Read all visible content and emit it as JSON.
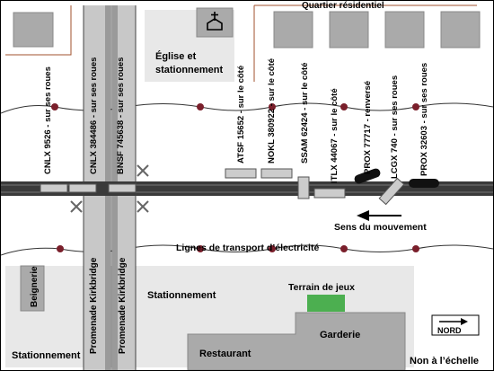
{
  "labels": {
    "residential": "Quartier résidentiel",
    "church_line1": "Église et",
    "church_line2": "stationnement",
    "power_lines": "Lignes de transport d’électricité",
    "movement": "Sens du mouvement",
    "donut": "Beignerie",
    "parking_main": "Stationnement",
    "parking_left": "Stationnement",
    "playground": "Terrain de jeux",
    "daycare": "Garderie",
    "restaurant": "Restaurant",
    "not_to_scale": "Non à l’échelle",
    "north": "NORD",
    "kirkbridge_1": "Promenade Kirkbridge",
    "kirkbridge_2": "Promenade Kirkbridge"
  },
  "cars": [
    "CNLX 9526 - sur ses roues",
    "CNLX 384486 - sur ses roues",
    "BNSF 745638 - sur ses roues",
    "ATSF 15652 - sur le côté",
    "NOKL 380922 - sur le côté",
    "SSAM 62424 - sur le côté",
    "ITLX 44067 - sur le côté",
    "PROX 77717 - renversé",
    "LCGX 740 - sur ses roues",
    "PROX 32603 - sur ses roues"
  ],
  "icons": [
    "church-icon",
    "crossing-signal-icon",
    "north-arrow-icon"
  ],
  "colors": {
    "building": "#aaaaaa",
    "lot": "#e8e8e8",
    "road": "#c8c8c8",
    "track": "#3a3a3a",
    "boundary": "#a0522d",
    "pole": "#7a1f2b",
    "playground": "#4caf50",
    "overturned_car": "#111111"
  }
}
